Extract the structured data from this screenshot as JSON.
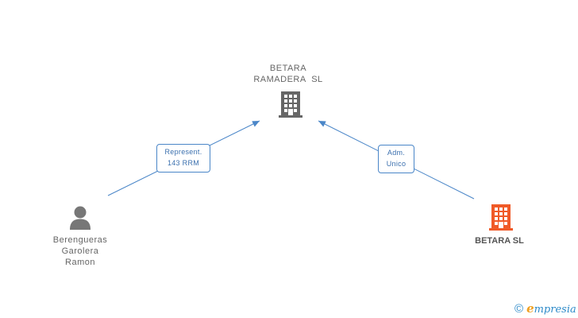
{
  "nodes": {
    "center": {
      "lines": [
        "BETARA",
        "RAMADERA  SL"
      ],
      "icon": "building-icon",
      "color": "#666666"
    },
    "person": {
      "lines": [
        "Berengueras",
        "Garolera",
        "Ramon"
      ],
      "icon": "person-icon",
      "color": "#777777"
    },
    "company": {
      "label": "BETARA SL",
      "icon": "building-icon",
      "color": "#f05a28"
    }
  },
  "edges": {
    "left": {
      "lines": [
        "Represent.",
        "143 RRM"
      ]
    },
    "right": {
      "lines": [
        "Adm.",
        "Unico"
      ]
    },
    "color": "#4a86c8"
  },
  "footer": {
    "copyright": "©",
    "brand_initial": "e",
    "brand_rest": "mpresia"
  }
}
